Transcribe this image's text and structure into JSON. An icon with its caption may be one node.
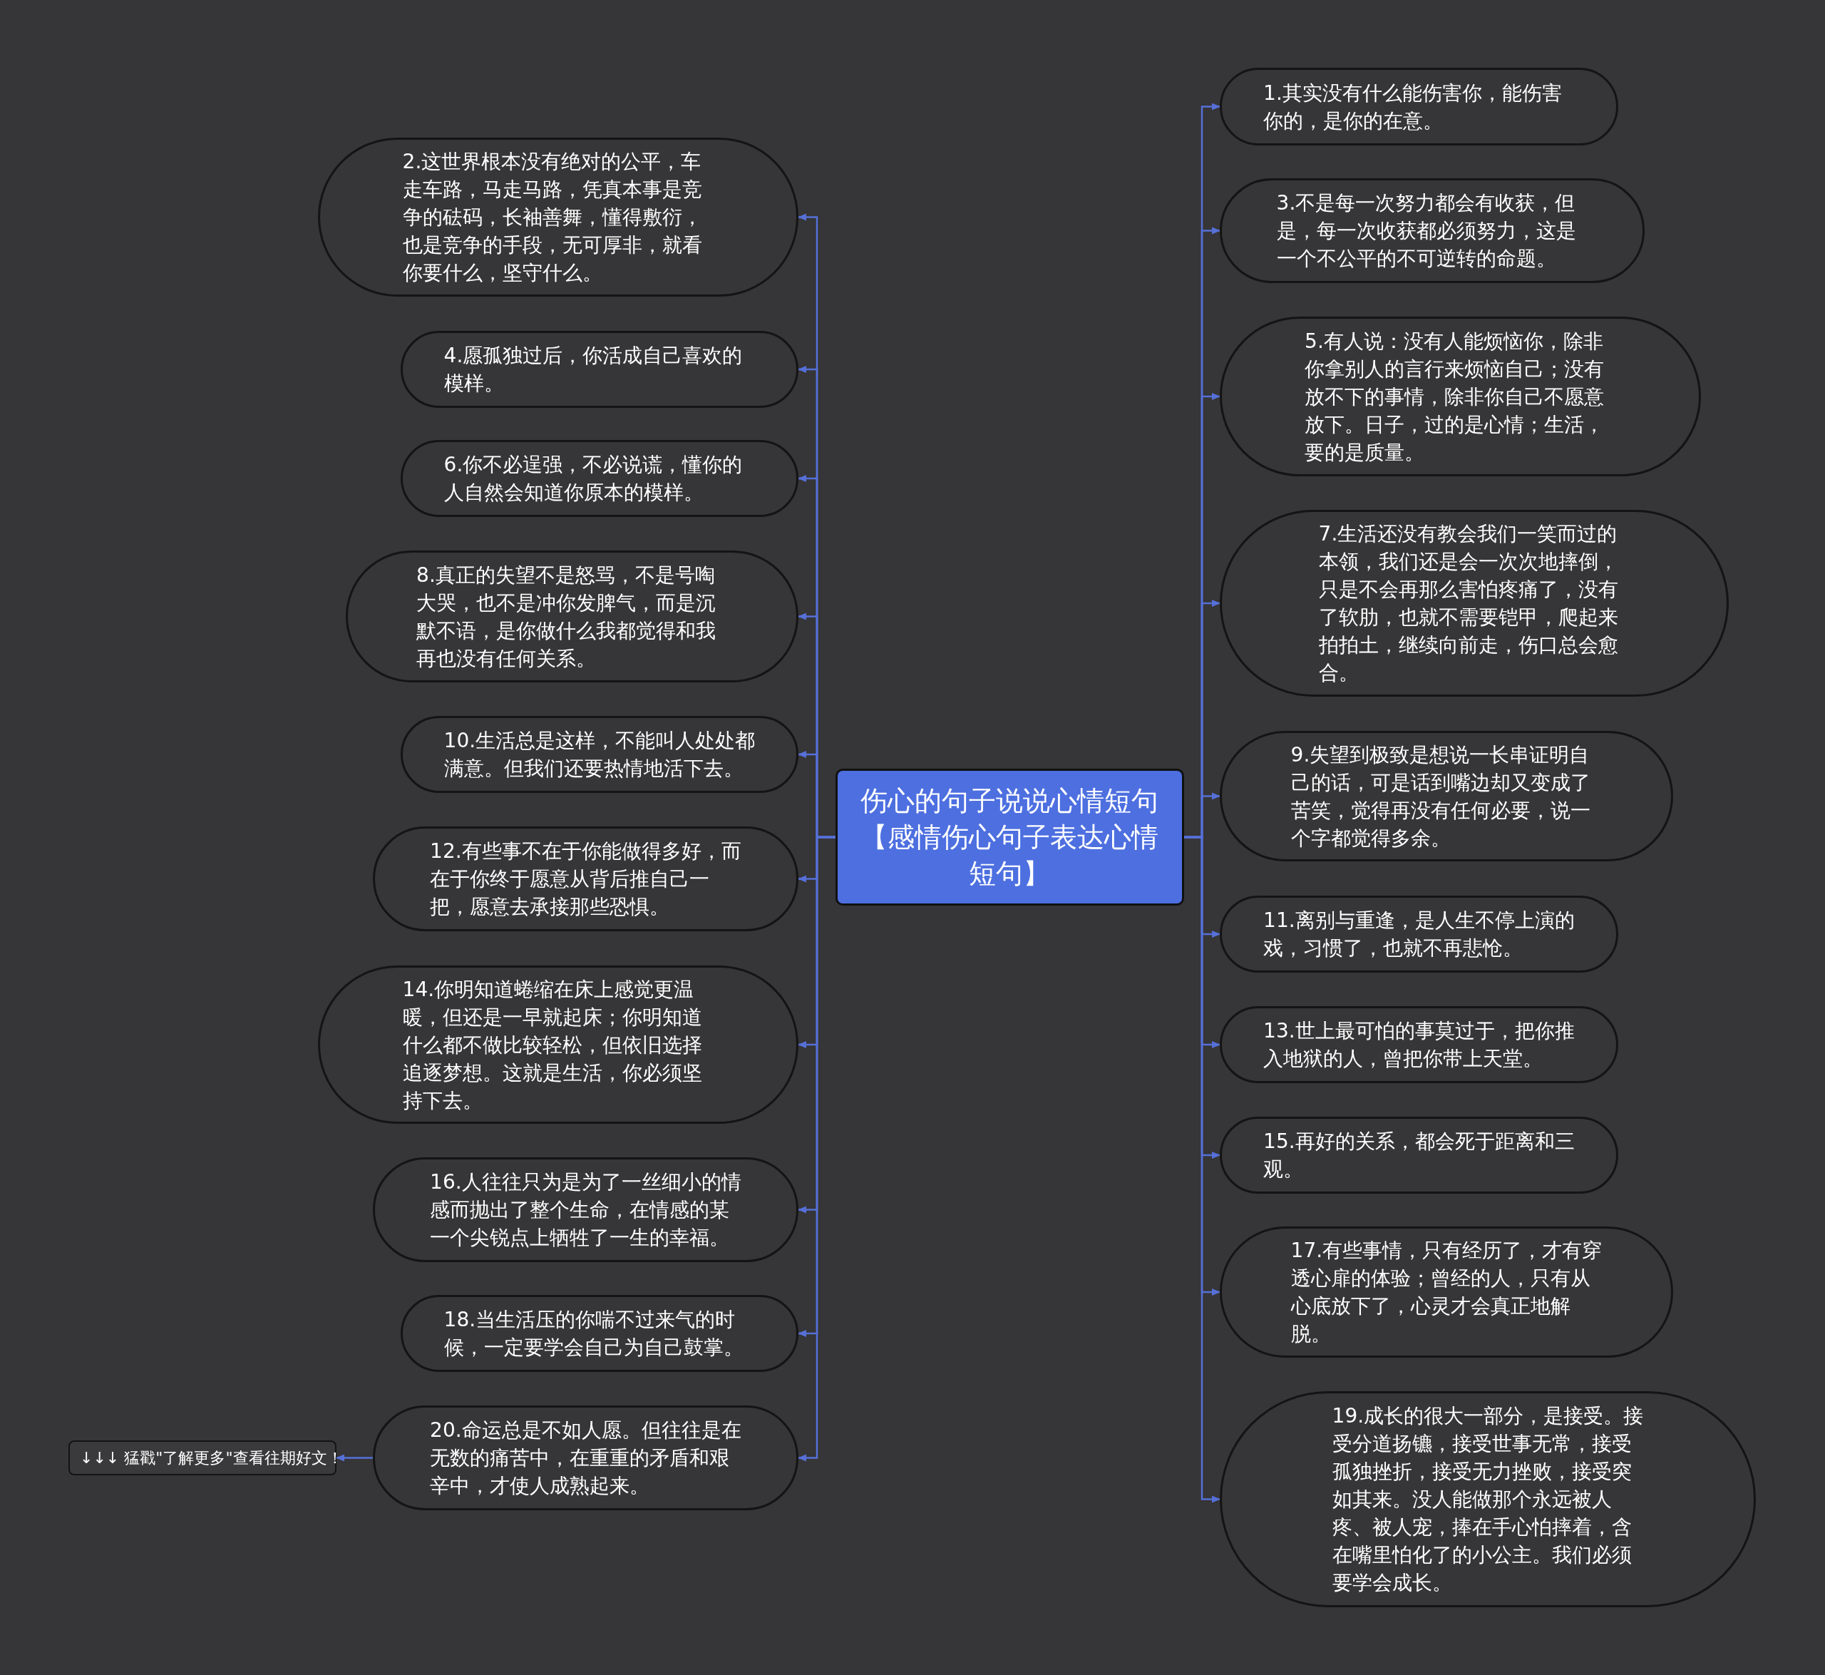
{
  "diagram": {
    "nodes": [
      {
        "text": [
          "伤心的句子说说心情短句【感情伤心句子表达心情短句】"
        ]
      },
      {
        "text": [
          "1.其实没有什么能伤害你，能伤害你的，是你的在意。"
        ]
      },
      {
        "text": [
          "2.这世界根本没有绝对的公平，车走车路，马走马路，凭真本事是竞争的砝码，长袖善舞，懂得敷衍，也是竞争的手段，无可厚非，就看你要什么，坚守什么。"
        ]
      },
      {
        "text": [
          "3.不是每一次努力都会有收获，但是，每一次收获都必须努力，这是一个不公平的不可逆转的命题。"
        ]
      },
      {
        "text": [
          "4.愿孤独过后，你活成自己喜欢的模样。"
        ]
      },
      {
        "text": [
          "5.有人说：没有人能烦恼你，除非你拿别人的言行来烦恼自己；没有放不下的事情，除非你自己不愿意放下。日子，过的是心情；生活，要的是质量。"
        ]
      },
      {
        "text": [
          "6.你不必逞强，不必说谎，懂你的人自然会知道你原本的模样。"
        ]
      },
      {
        "text": [
          "7.生活还没有教会我们一笑而过的本领，我们还是会一次次地摔倒，只是不会再那么害怕疼痛了，没有了软肋，也就不需要铠甲，爬起来拍拍土，继续向前走，伤口总会愈合。"
        ]
      },
      {
        "text": [
          "8.真正的失望不是怒骂，不是号啕大哭，也不是冲你发脾气，而是沉默不语，是你做什么我都觉得和我再也没有任何关系。"
        ]
      },
      {
        "text": [
          "9.失望到极致是想说一长串证明自己的话，可是话到嘴边却又变成了苦笑，觉得再没有任何必要，说一个字都觉得多余。"
        ]
      },
      {
        "text": [
          "10.生活总是这样，不能叫人处处都满意。但我们还要热情地活下去。"
        ]
      },
      {
        "text": [
          "11.离别与重逢，是人生不停上演的戏，习惯了，也就不再悲怆。"
        ]
      },
      {
        "text": [
          "12.有些事不在于你能做得多好，而在于你终于愿意从背后推自己一把，愿意去承接那些恐惧。"
        ]
      },
      {
        "text": [
          "13.世上最可怕的事莫过于，把你推入地狱的人，曾把你带上天堂。"
        ]
      },
      {
        "text": [
          "14.你明知道蜷缩在床上感觉更温暖，但还是一早就起床；你明知道什么都不做比较轻松，但依旧选择追逐梦想。这就是生活，你必须坚持下去。"
        ]
      },
      {
        "text": [
          "15.再好的关系，都会死于距离和三观。"
        ]
      },
      {
        "text": [
          "16.人往往只为是为了一丝细小的情感而抛出了整个生命，在情感的某一个尖锐点上牺牲了一生的幸福。"
        ]
      },
      {
        "text": [
          "17.有些事情，只有经历了，才有穿透心扉的体验；曾经的人，只有从心底放下了，心灵才会真正地解脱。"
        ]
      },
      {
        "text": [
          "18.当生活压的你喘不过来气的时候，一定要学会自己为自己鼓掌。"
        ]
      },
      {
        "text": [
          "19.成长的很大一部分，是接受。接受分道扬镳，接受世事无常，接受孤独挫折，接受无力挫败，接受突如其来。没人能做那个永远被人疼、被人宠，捧在手心怕摔着，含在嘴里怕化了的小公主。我们必须要学会成长。"
        ]
      },
      {
        "text": [
          "20.命运总是不如人愿。但往往是在无数的痛苦中，在重重的矛盾和艰辛中，才使人成熟起来。"
        ]
      },
      {
        "text": [
          "↓↓↓ 猛戳\"了解更多\"查看往期好文！"
        ]
      }
    ],
    "edges": [
      {
        "from": 0,
        "to": 1,
        "arrow": "to"
      },
      {
        "from": 0,
        "to": 2,
        "arrow": "to"
      },
      {
        "from": 0,
        "to": 3,
        "arrow": "to"
      },
      {
        "from": 0,
        "to": 4,
        "arrow": "to"
      },
      {
        "from": 0,
        "to": 5,
        "arrow": "to"
      },
      {
        "from": 0,
        "to": 6,
        "arrow": "to"
      },
      {
        "from": 0,
        "to": 7,
        "arrow": "to"
      },
      {
        "from": 0,
        "to": 8,
        "arrow": "to"
      },
      {
        "from": 0,
        "to": 9,
        "arrow": "to"
      },
      {
        "from": 0,
        "to": 10,
        "arrow": "to"
      },
      {
        "from": 0,
        "to": 11,
        "arrow": "to"
      },
      {
        "from": 0,
        "to": 12,
        "arrow": "to"
      },
      {
        "from": 0,
        "to": 13,
        "arrow": "to"
      },
      {
        "from": 0,
        "to": 14,
        "arrow": "to"
      },
      {
        "from": 0,
        "to": 15,
        "arrow": "to"
      },
      {
        "from": 0,
        "to": 16,
        "arrow": "to"
      },
      {
        "from": 0,
        "to": 17,
        "arrow": "to"
      },
      {
        "from": 0,
        "to": 18,
        "arrow": "to"
      },
      {
        "from": 0,
        "to": 19,
        "arrow": "to"
      },
      {
        "from": 0,
        "to": 20,
        "arrow": "to"
      },
      {
        "from": 20,
        "to": 21,
        "arrow": "to"
      }
    ]
  }
}
